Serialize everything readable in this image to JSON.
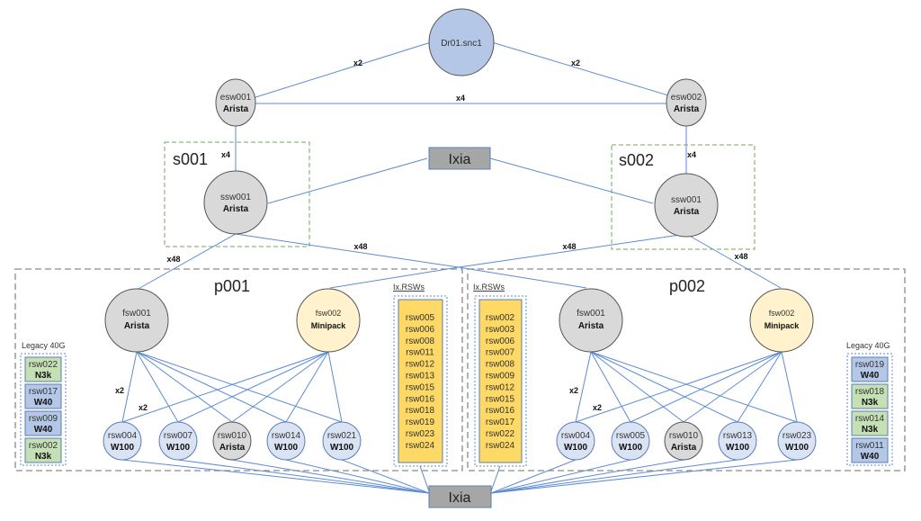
{
  "colors": {
    "link": "#5b8bd6",
    "gray_node": "#d9d9d9",
    "blue_node": "#b4c7e7",
    "light_blue_node": "#dae3f3",
    "yellow_node": "#fff2cc",
    "ixia_box": "#a6a6a6",
    "green_box": "#c5e0b4",
    "blue_box": "#b4c7e7",
    "yellow_list": "#ffd966"
  },
  "nodes": {
    "dr": {
      "name": "Dr01.snc1",
      "model": ""
    },
    "esw001": {
      "name": "esw001",
      "model": "Arista"
    },
    "esw002": {
      "name": "esw002",
      "model": "Arista"
    },
    "s001_ssw": {
      "name": "ssw001",
      "model": "Arista"
    },
    "s002_ssw": {
      "name": "ssw001",
      "model": "Arista"
    },
    "p001_fsw001": {
      "name": "fsw001",
      "model": "Arista"
    },
    "p001_fsw002": {
      "name": "fsw002",
      "model": "Minipack"
    },
    "p002_fsw001": {
      "name": "fsw001",
      "model": "Arista"
    },
    "p002_fsw002": {
      "name": "fsw002",
      "model": "Minipack"
    }
  },
  "ixia_top": {
    "label": "Ixia"
  },
  "ixia_bottom": {
    "label": "Ixia"
  },
  "groups": {
    "s001": "s001",
    "s002": "s002",
    "p001": "p001",
    "p002": "p002"
  },
  "link_labels": {
    "dr_esw001": "x2",
    "dr_esw002": "x2",
    "esw_esw": "x4",
    "esw001_ssw": "x4",
    "esw002_ssw": "x4",
    "s001_p001": "x48",
    "s001_p002": "x48",
    "s002_p001": "x48",
    "s002_p002": "x48",
    "p001_fsw001_rsw": "x2",
    "p001_fsw002_rsw": "x2",
    "p002_fsw001_rsw": "x2",
    "p002_fsw002_rsw": "x2"
  },
  "p001_rsws": [
    {
      "name": "rsw004",
      "model": "W100",
      "type": "light"
    },
    {
      "name": "rsw007",
      "model": "W100",
      "type": "light"
    },
    {
      "name": "rsw010",
      "model": "Arista",
      "type": "gray"
    },
    {
      "name": "rsw014",
      "model": "W100",
      "type": "light"
    },
    {
      "name": "rsw021",
      "model": "W100",
      "type": "light"
    }
  ],
  "p002_rsws": [
    {
      "name": "rsw004",
      "model": "W100",
      "type": "light"
    },
    {
      "name": "rsw005",
      "model": "W100",
      "type": "light"
    },
    {
      "name": "rsw010",
      "model": "Arista",
      "type": "gray"
    },
    {
      "name": "rsw013",
      "model": "W100",
      "type": "light"
    },
    {
      "name": "rsw023",
      "model": "W100",
      "type": "light"
    }
  ],
  "p001_legacy": {
    "title": "Legacy 40G",
    "items": [
      {
        "name": "rsw022",
        "model": "N3k",
        "type": "green"
      },
      {
        "name": "rsw017",
        "model": "W40",
        "type": "blue"
      },
      {
        "name": "rsw009",
        "model": "W40",
        "type": "blue"
      },
      {
        "name": "rsw002",
        "model": "N3k",
        "type": "green"
      }
    ]
  },
  "p002_legacy": {
    "title": "Legacy 40G",
    "items": [
      {
        "name": "rsw019",
        "model": "W40",
        "type": "blue"
      },
      {
        "name": "rsw018",
        "model": "N3k",
        "type": "green"
      },
      {
        "name": "rsw014",
        "model": "N3k",
        "type": "green"
      },
      {
        "name": "rsw011",
        "model": "W40",
        "type": "blue"
      }
    ]
  },
  "p001_ix": {
    "title": "Ix.RSWs",
    "items": [
      "rsw005",
      "rsw006",
      "rsw008",
      "rsw011",
      "rsw012",
      "rsw013",
      "rsw015",
      "rsw016",
      "rsw018",
      "rsw019",
      "rsw023",
      "rsw024"
    ]
  },
  "p002_ix": {
    "title": "Ix.RSWs",
    "items": [
      "rsw002",
      "rsw003",
      "rsw006",
      "rsw007",
      "rsw008",
      "rsw009",
      "rsw012",
      "rsw015",
      "rsw016",
      "rsw017",
      "rsw022",
      "rsw024"
    ]
  }
}
